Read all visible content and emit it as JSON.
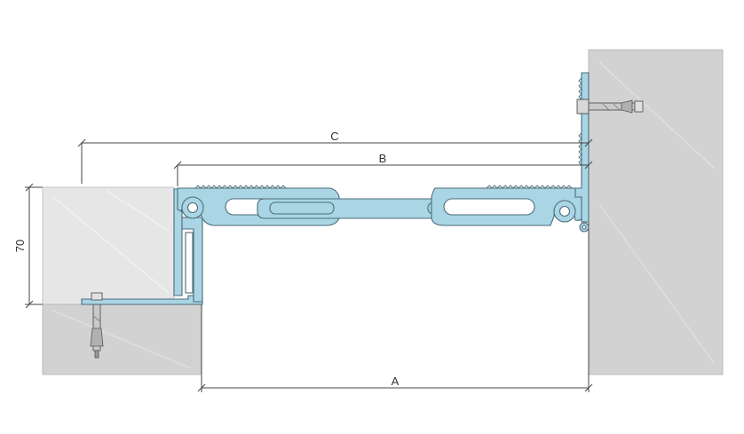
{
  "dimensions": {
    "a_label": "A",
    "b_label": "B",
    "c_label": "C",
    "height_label": "70"
  },
  "colors": {
    "profile_fill": "#a9d5e5",
    "profile_stroke": "#4d6c78",
    "concrete_dark": "#d2d2d2",
    "concrete_light": "#e6e6e6",
    "line": "#444444"
  },
  "icons": {
    "left_anchor": "anchor-bolt-icon",
    "right_anchor": "anchor-bolt-icon"
  }
}
